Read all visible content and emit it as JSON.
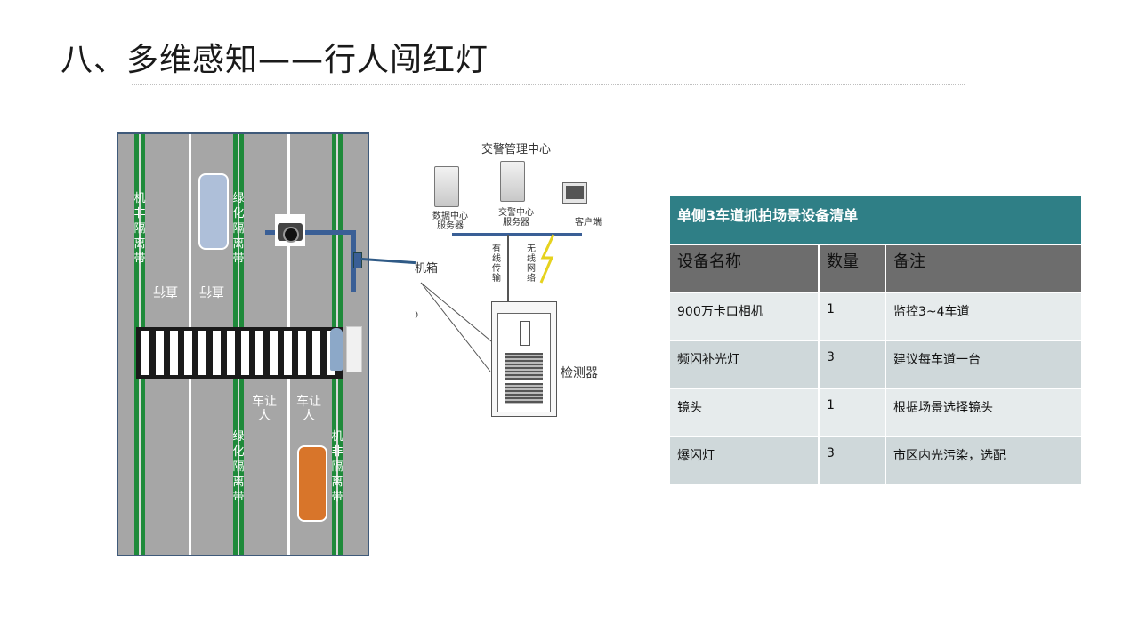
{
  "slide": {
    "title": "八、多维感知——行人闯红灯"
  },
  "diagram": {
    "road_labels": {
      "bike_median_left": "机非隔离带",
      "green_median_top": "绿化隔离带",
      "green_median_bottom": "绿化隔离带",
      "bike_median_right": "机非隔离带",
      "yield_1": "车让人",
      "yield_2": "车让人",
      "turn_1": "直行",
      "turn_2": "直行"
    },
    "network": {
      "center_title": "交警管理中心",
      "data_server": "数据中心服务器",
      "police_server": "交警中心服务器",
      "client": "客户端",
      "cabinet_label": "机箱",
      "wired": "有线传输",
      "wireless": "无线网络",
      "detector": "检测器"
    }
  },
  "equipment_table": {
    "caption": "单侧3车道抓拍场景设备清单",
    "headers": [
      "设备名称",
      "数量",
      "备注"
    ],
    "rows": [
      [
        "900万卡口相机",
        "1",
        "监控3~4车道"
      ],
      [
        "频闪补光灯",
        "3",
        "建议每车道一台"
      ],
      [
        "镜头",
        "1",
        "根据场景选择镜头"
      ],
      [
        "爆闪灯",
        "3",
        "市区内光污染，选配"
      ]
    ]
  },
  "colors": {
    "table_caption": "#2f7f86",
    "table_header": "#6d6d6d",
    "median_green": "#1e8a3a",
    "road_gray": "#a6a6a6"
  }
}
